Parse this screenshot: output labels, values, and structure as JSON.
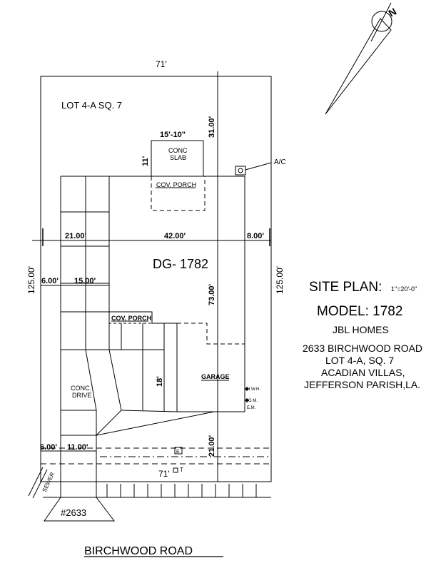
{
  "plan": {
    "lot_width_top": "71'",
    "lot_width_bottom": "71'",
    "lot_label": "LOT 4-A   SQ. 7",
    "north": "N",
    "slab_width": "15'-10\"",
    "slab_depth": "11'",
    "slab_label_1": "CONC",
    "slab_label_2": "SLAB",
    "rear_setback": "31.00'",
    "ac_label": "A/C",
    "cov_porch_rear": "COV. PORCH",
    "dim_left": "21.00'",
    "dim_house": "42.00'",
    "dim_right": "8.00'",
    "lot_depth_left": "125.00'",
    "lot_depth_right": "125.00'",
    "model_id": "DG- 1782",
    "dim_walk": "6.00'",
    "dim_drive_top": "15.00'",
    "house_depth": "73.00'",
    "cov_porch_front": "COV. PORCH",
    "front_porch_depth": "18'",
    "garage": "GARAGE",
    "hwh": "H.W.H.",
    "gm": "G.M.",
    "em": "E.M.",
    "drive_1": "CONC.",
    "drive_2": "DRIVE",
    "dim_walk_front": "6.00'",
    "dim_drive_front": "11.00'",
    "front_setback": "21.00'",
    "e_box": "E",
    "t_box": "T",
    "sewer": "SEWER",
    "address_no": "#2633",
    "street": "BIRCHWOOD ROAD"
  },
  "titleblock": {
    "title": "SITE PLAN:",
    "scale": "1\"=20'-0\"",
    "model": "MODEL:  1782",
    "builder": "JBL  HOMES",
    "address_1": "2633 BIRCHWOOD ROAD",
    "address_2": "LOT 4-A, SQ. 7",
    "address_3": "ACADIAN VILLAS,",
    "address_4": "JEFFERSON PARISH,LA."
  }
}
